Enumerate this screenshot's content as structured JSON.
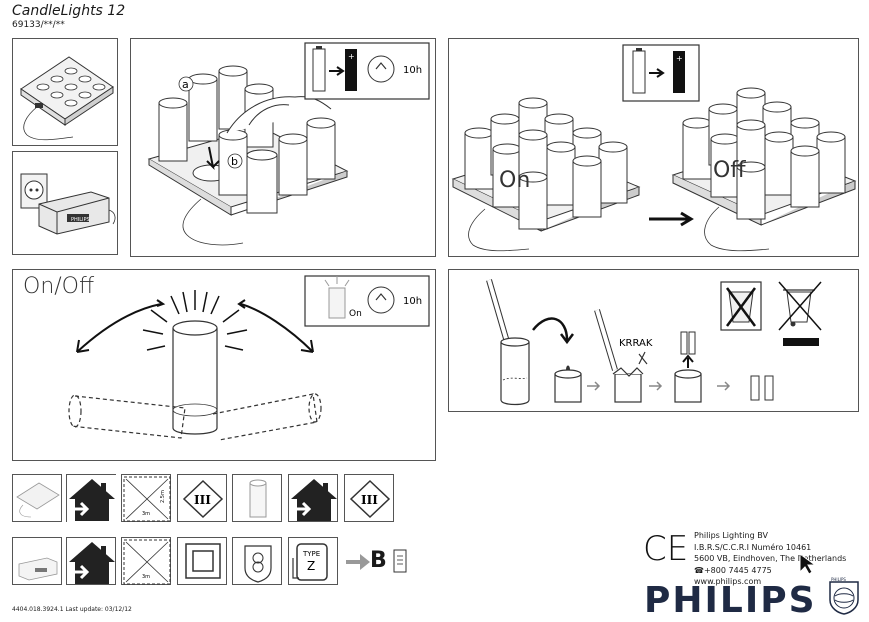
{
  "header": {
    "product_title": "CandleLights 12",
    "product_code": "69133/**/**"
  },
  "panel_insert": {
    "label_a": "a",
    "label_b": "b",
    "timer": "10h"
  },
  "panel_on_off_state": {
    "label_on": "On",
    "label_off": "Off"
  },
  "panel_on_off": {
    "title": "On/Off",
    "label_on": "On",
    "timer": "10h"
  },
  "panel_disposal": {
    "krrak": "KRRAK"
  },
  "icon_row_2": {
    "b_label": "B",
    "type_label": "TYPE",
    "type_letter": "Z"
  },
  "company": {
    "name": "Philips Lighting BV",
    "reg": "I.B.R.S/C.C.R.I Numéro 10461",
    "address": "5600 VB, Eindhoven, The Netherlands",
    "phone": "☎+800 7445 4775",
    "web": "www.philips.com"
  },
  "brand": {
    "logo": "PHILIPS",
    "shield": "PHILIPS",
    "ce": "CE"
  },
  "footer": {
    "text": "4404.018.3924.1 Last update: 03/12/12"
  }
}
